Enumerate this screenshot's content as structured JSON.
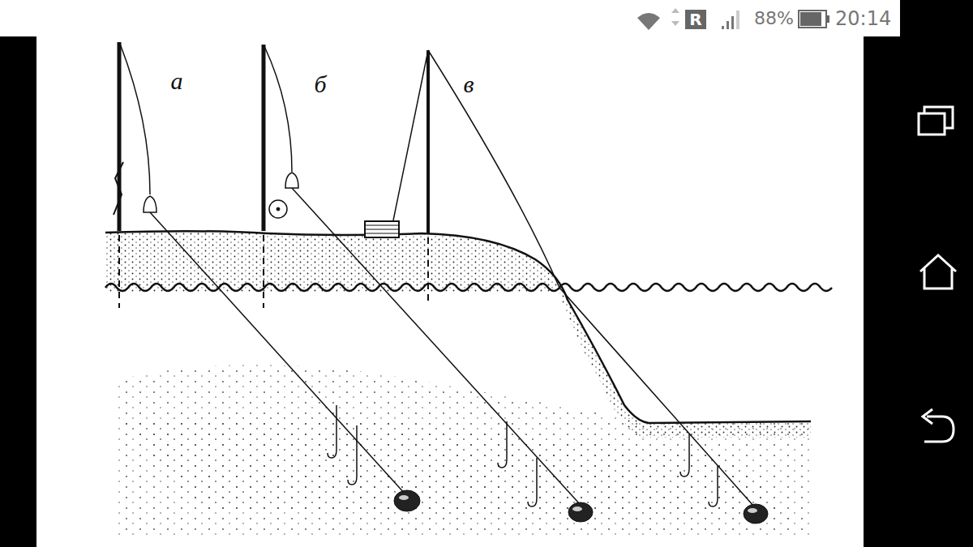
{
  "diagram": {
    "labels": [
      "R",
      "88%",
      "20:14",
      "а",
      "б",
      "в"
    ]
  }
}
